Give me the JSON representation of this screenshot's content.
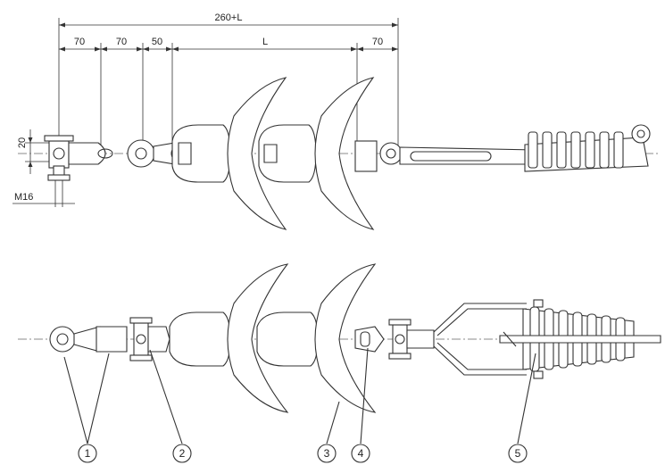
{
  "dimensions": {
    "overall": "260+L",
    "d1": "70",
    "d2": "70",
    "d3": "50",
    "d4": "L",
    "d5": "70",
    "vertical": "20",
    "thread": "M16"
  },
  "callouts": [
    "1",
    "2",
    "3",
    "4",
    "5"
  ],
  "colors": {
    "line": "#333333",
    "background": "#ffffff"
  }
}
